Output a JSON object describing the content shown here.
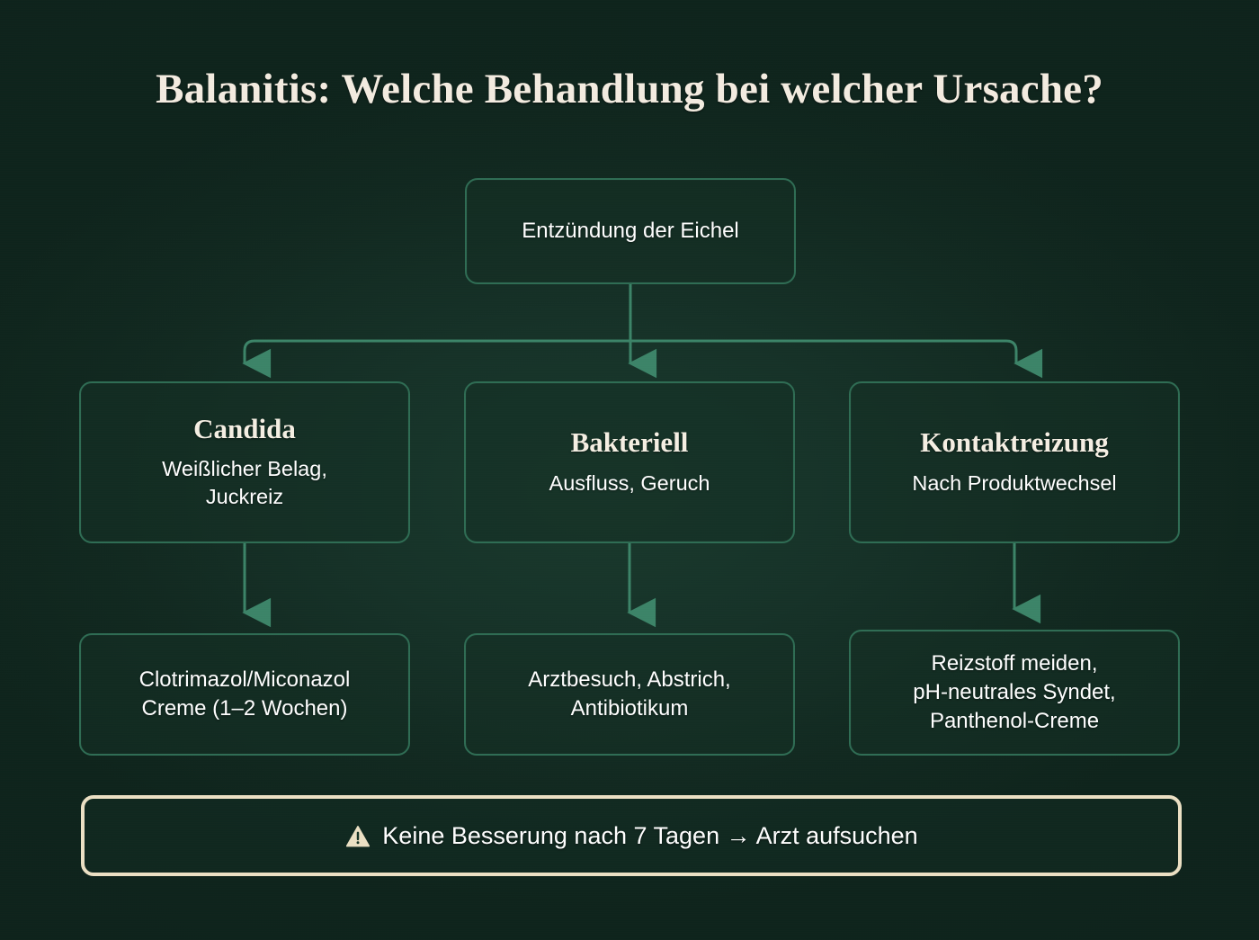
{
  "page": {
    "title": "Balanitis: Welche Behandlung bei welcher Ursache?",
    "language": "de",
    "background_color": "#122a21",
    "accent_border_color": "#2f6d54",
    "text_color": "#ffffff",
    "heading_color": "#f3ece0",
    "warning_border_color": "#ece0c4"
  },
  "flowchart": {
    "type": "tree-diagram",
    "root": {
      "id": "node-root",
      "label": "Entzündung der Eichel"
    },
    "causes": [
      {
        "id": "node-c1",
        "heading": "Candida",
        "description": "Weißlicher Belag,\nJuckreiz",
        "description_lines": [
          "Weißlicher Belag,",
          "Juckreiz"
        ]
      },
      {
        "id": "node-c2",
        "heading": "Bakteriell",
        "description": "Ausfluss, Geruch",
        "description_lines": [
          "Ausfluss, Geruch"
        ]
      },
      {
        "id": "node-c3",
        "heading": "Kontaktreizung",
        "description": "Nach Produktwechsel",
        "description_lines": [
          "Nach Produktwechsel"
        ]
      }
    ],
    "treatments": [
      {
        "id": "node-t1",
        "label": "Clotrimazol/Miconazol\nCreme (1–2 Wochen)",
        "lines": [
          "Clotrimazol/Miconazol",
          "Creme (1–2 Wochen)"
        ]
      },
      {
        "id": "node-t2",
        "label": "Arztbesuch, Abstrich,\nAntibiotikum",
        "lines": [
          "Arztbesuch, Abstrich,",
          "Antibiotikum"
        ]
      },
      {
        "id": "node-t3",
        "label": "Reizstoff meiden,\npH-neutrales Syndet,\nPanthenol-Creme",
        "lines": [
          "Reizstoff meiden,",
          "pH-neutrales Syndet,",
          "Panthenol-Creme"
        ]
      }
    ]
  },
  "warning": {
    "icon": "warning-triangle-icon",
    "text": "Keine Besserung nach 7 Tagen → Arzt aufsuchen"
  }
}
